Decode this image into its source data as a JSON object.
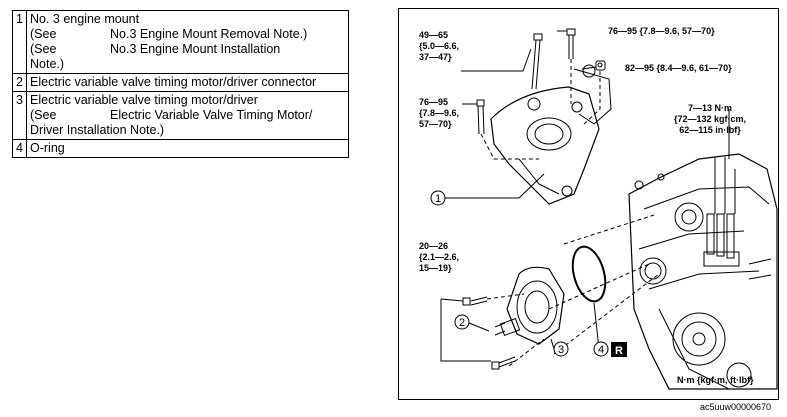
{
  "parts": [
    {
      "num": "1",
      "name": "No. 3 engine mount",
      "details": [
        {
          "see": "(See",
          "text": "No.3 Engine Mount Removal Note.)"
        },
        {
          "see": "(See",
          "text": "No.3 Engine Mount Installation"
        },
        {
          "see": "Note.)",
          "text": ""
        }
      ]
    },
    {
      "num": "2",
      "name": "Electric variable valve timing motor/driver connector",
      "details": []
    },
    {
      "num": "3",
      "name": "Electric variable valve timing motor/driver",
      "details": [
        {
          "see": "(See",
          "text": "Electric Variable Valve Timing Motor/"
        },
        {
          "see": "Driver Installation Note.)",
          "text": ""
        }
      ]
    },
    {
      "num": "4",
      "name": "O-ring",
      "details": []
    }
  ],
  "diagram": {
    "torque_specs": {
      "mount_top_left": "49—65\n{5.0—6.6,\n37—47}",
      "mount_top_center": "76—95 {7.8—9.6, 57—70}",
      "mount_nut": "82—95 {8.4—9.6, 61—70}",
      "mount_left": "76—95\n{7.8—9.6,\n57—70}",
      "motor_bolts": "20—26\n{2.1—2.6,\n15—19}",
      "engine_right": "7—13 N·m\n{72—132 kgf·cm,\n62—115 in·lbf}"
    },
    "callouts": {
      "c1": "1",
      "c2": "2",
      "c3": "3",
      "c4": "4"
    },
    "replace_mark": "R",
    "units_note": "N·m {kgf·m, ft·lbf}"
  },
  "figure_id": "ac5uuw00000670"
}
